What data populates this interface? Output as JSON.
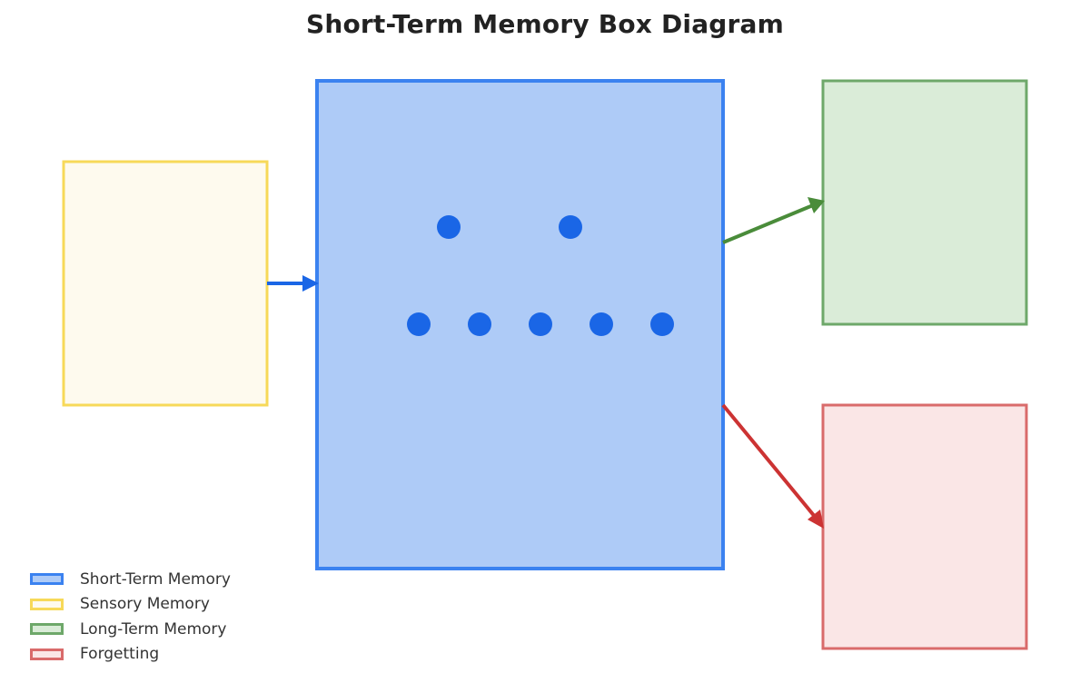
{
  "title": "Short-Term Memory Box Diagram",
  "colors": {
    "short_term": {
      "fill": "#aecbf7",
      "stroke": "#3b82f0"
    },
    "sensory": {
      "fill": "#fefaee",
      "stroke": "#f7d959"
    },
    "long_term": {
      "fill": "#daecd8",
      "stroke": "#6ea86a"
    },
    "forgetting": {
      "fill": "#fae6e6",
      "stroke": "#d96b6b"
    },
    "dot": "#1a66e6",
    "arrow_in": "#1a66e6",
    "arrow_long_term": "#4a8c3a",
    "arrow_forget": "#cc3333"
  },
  "short_term_items": {
    "top_row_count": 2,
    "bottom_row_count": 5
  },
  "legend": [
    {
      "key": "short_term",
      "label": "Short-Term Memory"
    },
    {
      "key": "sensory",
      "label": "Sensory Memory"
    },
    {
      "key": "long_term",
      "label": "Long-Term Memory"
    },
    {
      "key": "forgetting",
      "label": "Forgetting"
    }
  ]
}
